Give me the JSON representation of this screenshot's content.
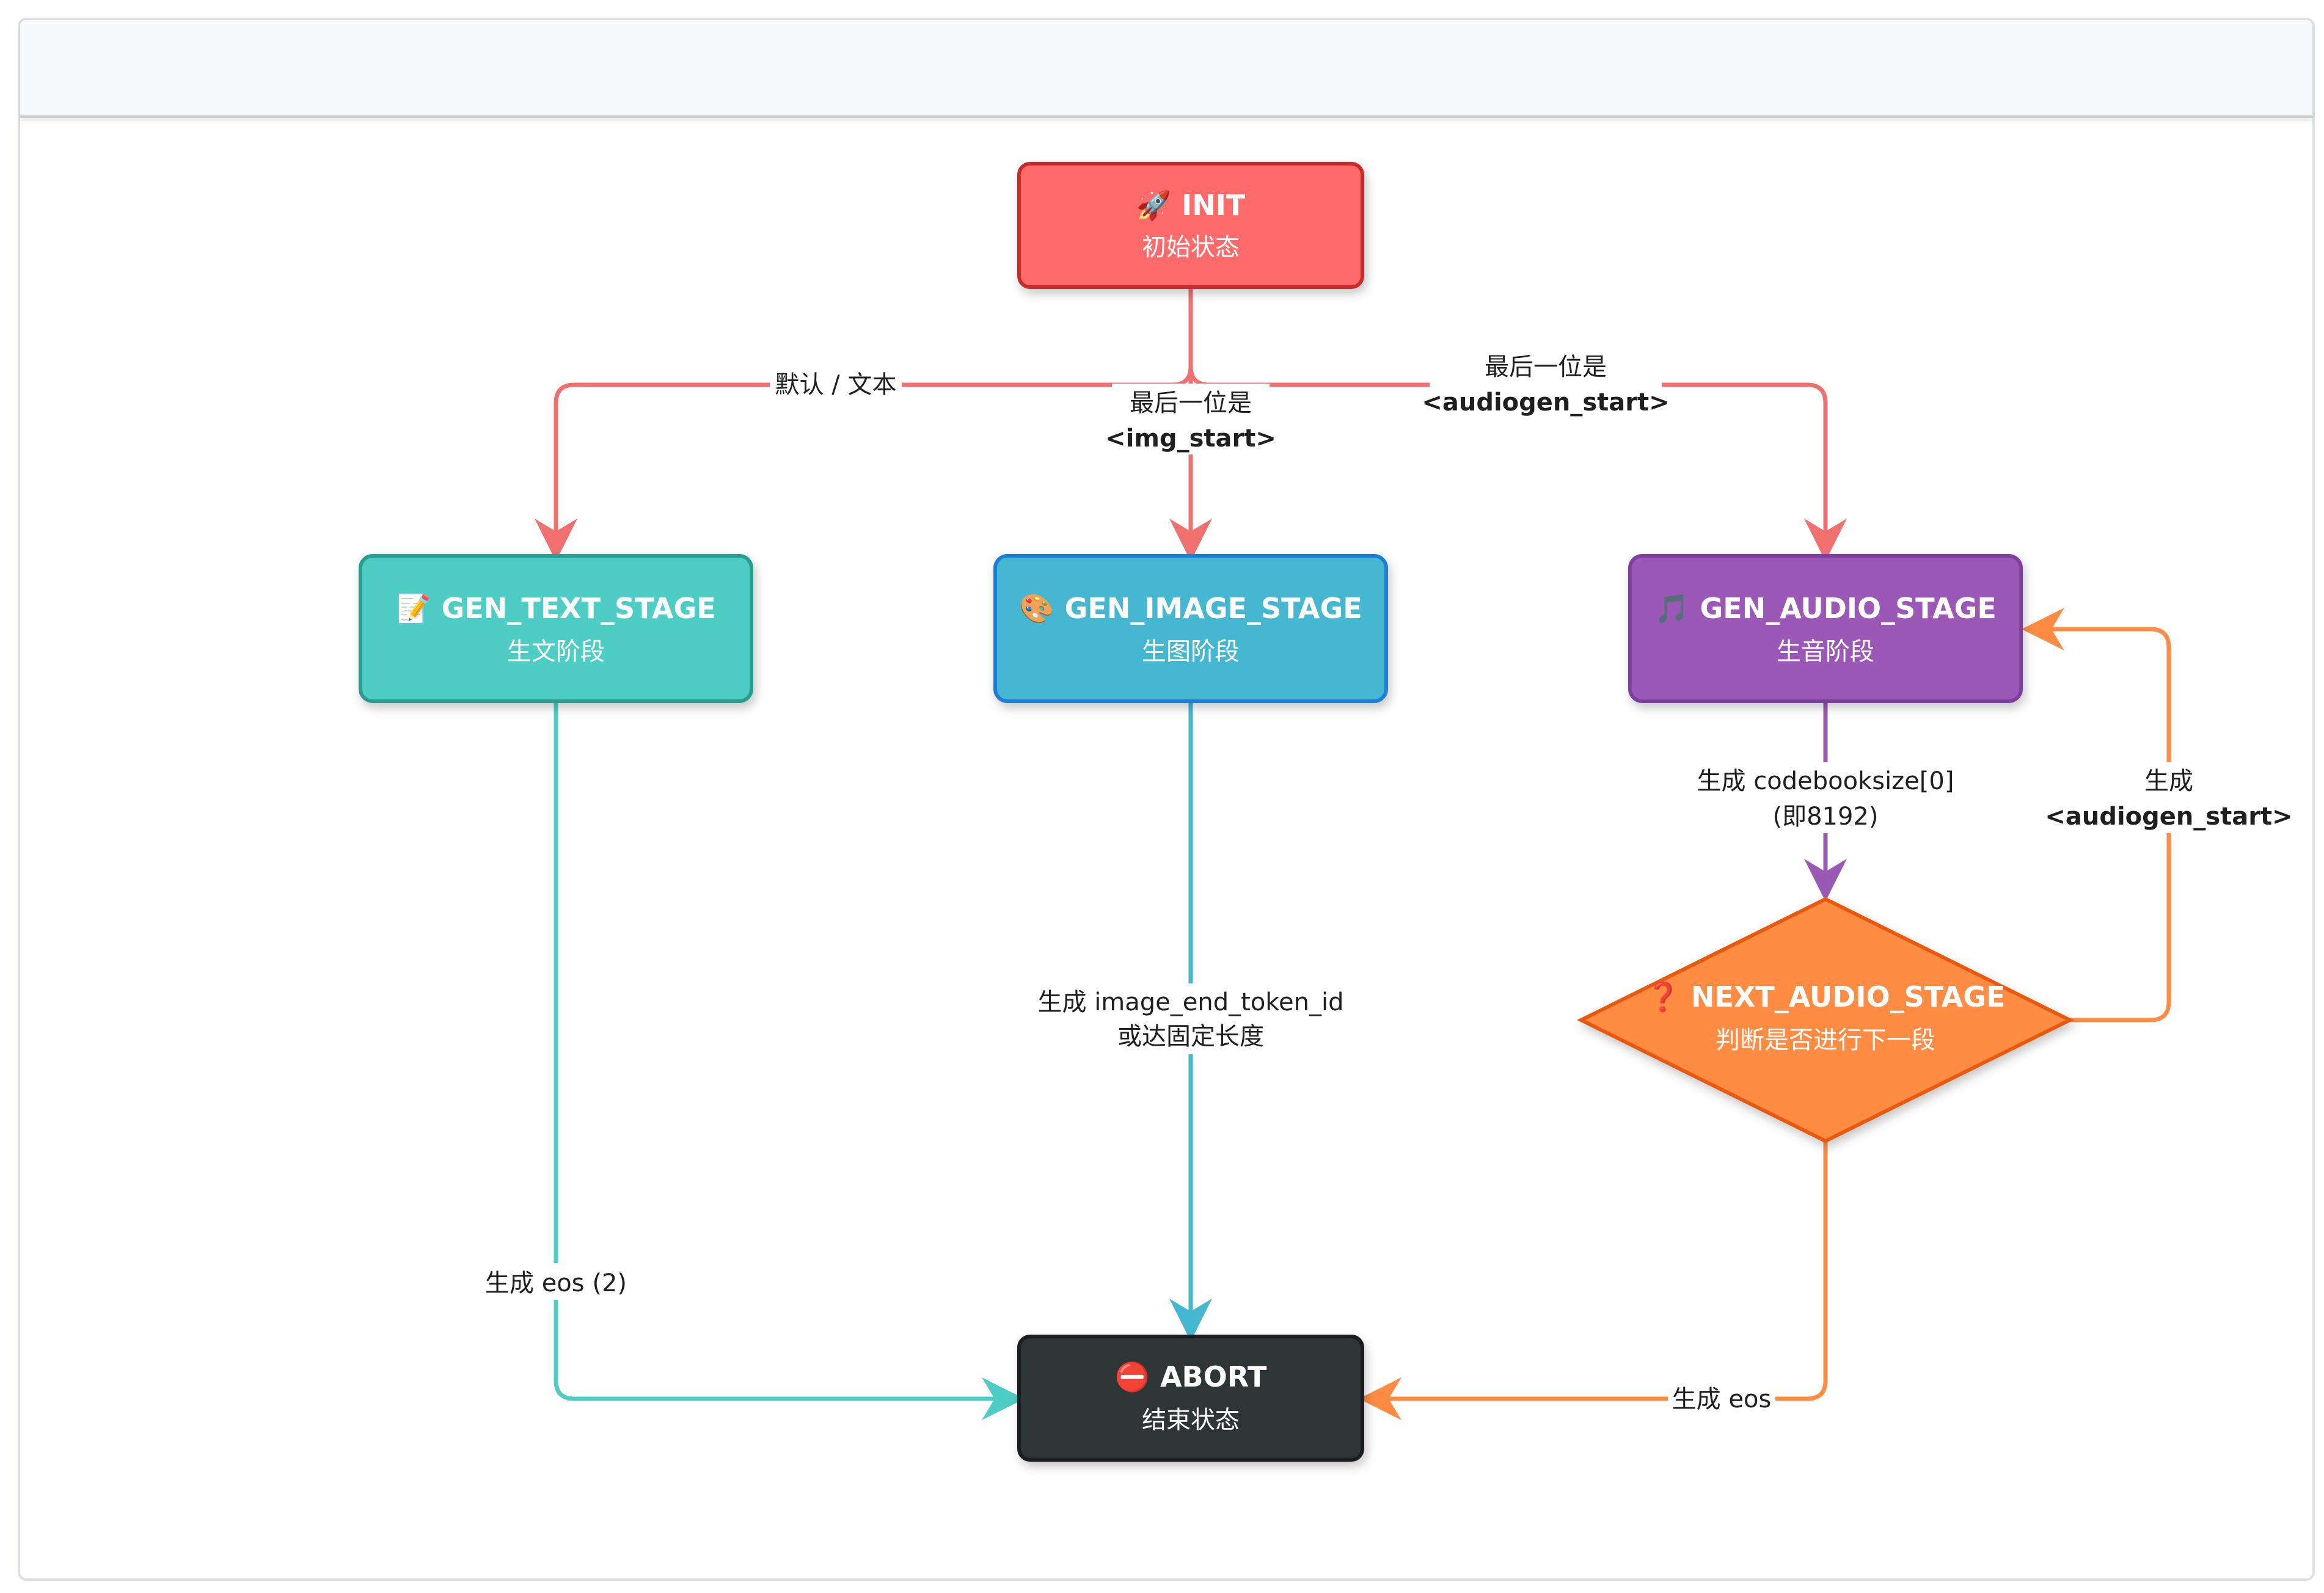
{
  "nodes": {
    "init": {
      "icon": "🚀",
      "title": "INIT",
      "subtitle": "初始状态",
      "color": "#ff6b6b",
      "border": "#c92a2a"
    },
    "gen_text": {
      "icon": "📝",
      "title": "GEN_TEXT_STAGE",
      "subtitle": "生文阶段",
      "color": "#4ecdc4",
      "border": "#2a9d8f"
    },
    "gen_image": {
      "icon": "🎨",
      "title": "GEN_IMAGE_STAGE",
      "subtitle": "生图阶段",
      "color": "#45b7d1",
      "border": "#1c7ed6"
    },
    "gen_audio": {
      "icon": "🎵",
      "title": "GEN_AUDIO_STAGE",
      "subtitle": "生音阶段",
      "color": "#9b59b6",
      "border": "#7b3fa0"
    },
    "next_audio": {
      "icon": "❓",
      "title": "NEXT_AUDIO_STAGE",
      "subtitle": "判断是否进行下一段",
      "color": "#ff8c42",
      "border": "#e8590c"
    },
    "abort": {
      "icon": "⛔",
      "title": "ABORT",
      "subtitle": "结束状态",
      "color": "#2d3436",
      "border": "#1b1f20"
    }
  },
  "edges": {
    "init_text": {
      "line1": "默认 / 文本",
      "color": "#f07070"
    },
    "init_image": {
      "line1": "最后一位是",
      "line2": "<img_start>",
      "color": "#f07070"
    },
    "init_audio": {
      "line1": "最后一位是",
      "line2": "<audiogen_start>",
      "color": "#f07070"
    },
    "text_abort": {
      "line1": "生成 eos (2)",
      "color": "#4ecdc4"
    },
    "image_abort": {
      "line1": "生成 image_end_token_id",
      "line2": "或达固定长度",
      "color": "#45b7d1"
    },
    "audio_next": {
      "line1": "生成 codebooksize[0]",
      "line2": "(即8192)",
      "color": "#9b59b6"
    },
    "next_audio_loop": {
      "line1": "生成",
      "line2": "<audiogen_start>",
      "color": "#ff8c42"
    },
    "next_abort": {
      "line1": "生成 eos",
      "color": "#ff8c42"
    }
  }
}
